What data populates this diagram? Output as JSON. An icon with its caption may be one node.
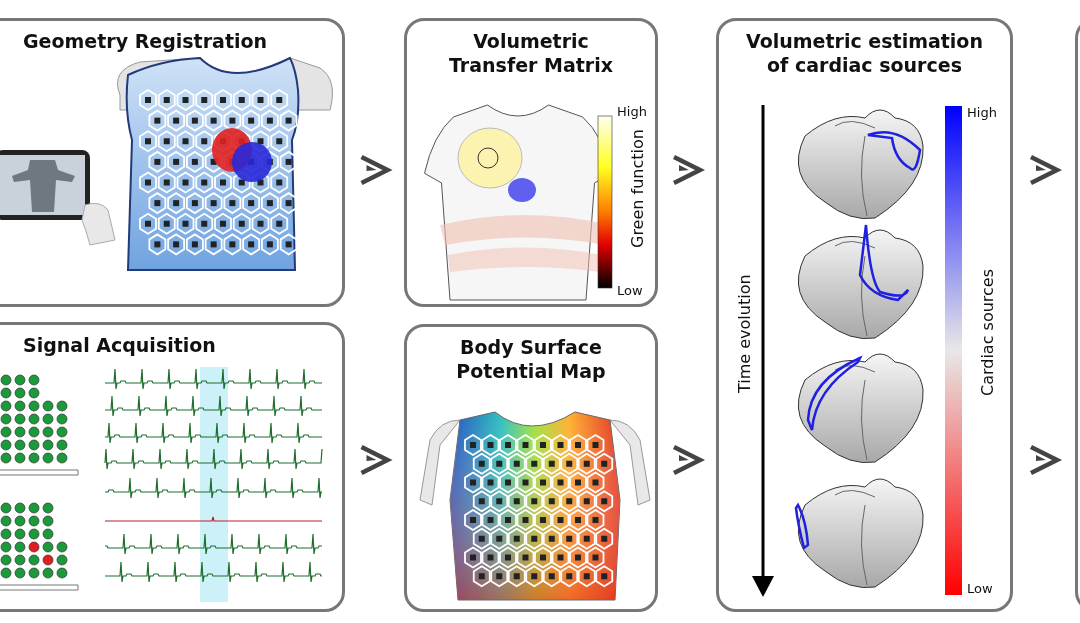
{
  "diagram": {
    "nodes": [
      {
        "text": [
          "Geometry Registration"
        ]
      },
      {
        "text": [
          "Signal Acquisition"
        ]
      },
      {
        "text": [
          "Volumetric Transfer Matrix"
        ]
      },
      {
        "text": [
          "Body Surface Potential Map"
        ]
      },
      {
        "text": [
          "Volumetric estimation of cardiac sources"
        ]
      },
      {
        "text": [],
        "shape": "box"
      }
    ],
    "edges": [
      {
        "from": 0,
        "to": 2,
        "arrow": "to"
      },
      {
        "from": 2,
        "to": 4,
        "arrow": "to"
      },
      {
        "from": 4,
        "to": 5,
        "arrow": "to"
      },
      {
        "from": 1,
        "to": 3,
        "arrow": "to"
      },
      {
        "from": 3,
        "to": 4,
        "arrow": "to"
      },
      {
        "from": 4,
        "to": 5,
        "arrow": "to"
      }
    ],
    "labels": [
      "High",
      "Green function",
      "Low",
      "Time evolution",
      "High",
      "Cardiac sources",
      "Low"
    ]
  }
}
